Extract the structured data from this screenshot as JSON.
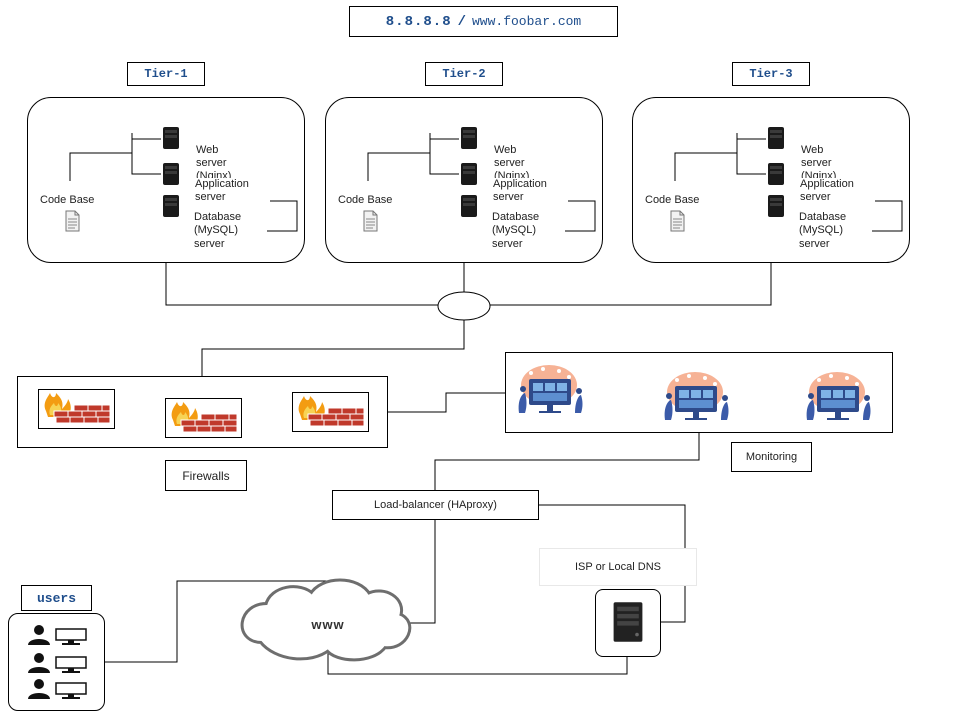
{
  "header": {
    "ip": "8.8.8.8",
    "separator": "/",
    "domain": "www.foobar.com"
  },
  "tiers": [
    {
      "label": "Tier-1",
      "code_base": "Code Base",
      "web": "Web server (Nginx)",
      "app": "Application server",
      "db_1": "Database",
      "db_2": "(MySQL)",
      "db_3": "server"
    },
    {
      "label": "Tier-2",
      "code_base": "Code Base",
      "web": "Web server (Nginx)",
      "app": "Application server",
      "db_1": "Database",
      "db_2": "(MySQL)",
      "db_3": "server"
    },
    {
      "label": "Tier-3",
      "code_base": "Code Base",
      "web": "Web server (Nginx)",
      "app": "Application server",
      "db_1": "Database",
      "db_2": "(MySQL)",
      "db_3": "server"
    }
  ],
  "firewalls": {
    "label": "Firewalls"
  },
  "monitoring": {
    "label": "Monitoring"
  },
  "load_balancer": {
    "label": "Load-balancer (HAproxy)"
  },
  "dns": {
    "label": "ISP or Local DNS"
  },
  "cloud": {
    "label": "www"
  },
  "users": {
    "label": "users"
  },
  "colors": {
    "label_blue": "#1f4e8c",
    "brick": "#c0392b",
    "flame": "#f39c12"
  }
}
